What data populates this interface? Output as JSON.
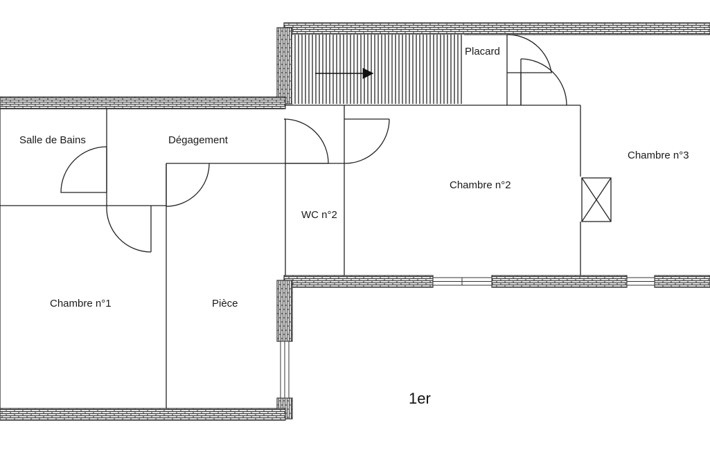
{
  "plan": {
    "rooms": {
      "salle_de_bains": "Salle de Bains",
      "degagement": "Dégagement",
      "placard": "Placard",
      "chambre_3": "Chambre n°3",
      "chambre_2": "Chambre n°2",
      "wc_2": "WC n°2",
      "chambre_1": "Chambre n°1",
      "piece": "Pièce"
    },
    "floor_label": "1er"
  },
  "colors": {
    "line": "#222222",
    "brick_fill": "#e6e6e6",
    "brick_mortar": "#3a3a3a"
  }
}
